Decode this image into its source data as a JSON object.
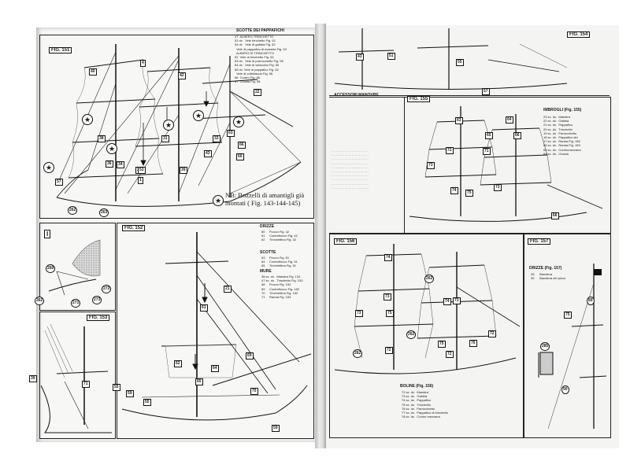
{
  "left_page": {
    "fig151": {
      "label": "FIG. 151",
      "legend_title": "SCOTTE DEI PAPPAFICHI",
      "legend_lines": [
        "47  ALBERO TRINCHETTO",
        "51 dx.  Vele trinchetto Fig. 52",
        "54 dx.  Vele di gabbia Fig. 52",
        "  Vele di pappafico di maestra Fig. 53",
        "",
        "  ALBERO DI TRINCHETTO",
        "62  Vele di trinchetto Fig. 54",
        "63 dx.  Vele di parrocchetto Fig. 55",
        "64 dx.  Vele di velaccino Fig. 55",
        "65 dx. Vele di pappafico Fig. 52",
        "  Vele di coltellaccio Fig. 56",
        "66  Contro Fig. 56",
        "67  Civada Fig. 58"
      ],
      "numbers": [
        "40",
        "38",
        "36",
        "31",
        "33",
        "34",
        "35",
        "39",
        "42",
        "43",
        "53",
        "57",
        "262",
        "263",
        "1",
        "4",
        "22",
        "66",
        "63",
        "60"
      ],
      "note_text": "NB: Bozzelli di amantigli già montati ( Fig. 143-144-145)"
    },
    "fig_I": {
      "label": "I",
      "numbers": [
        "260",
        "262",
        "271",
        "272",
        "273"
      ]
    },
    "fig152": {
      "label": "FIG. 152",
      "sections": [
        {
          "title": "DRIZZE",
          "lines": [
            "60     Fiocco Fig. 42",
            "61     Controfiocco Fig. 42",
            "62     Trinchettina Fig. 42"
          ]
        },
        {
          "title": "SCOTTE",
          "lines": [
            "63     Fiocco Fig. 51",
            "64     Controfiocco Fig. 51",
            "65     Trinchettina Fig. 51"
          ]
        },
        {
          "title": "MURE",
          "lines": [
            "38 sx. dx.  Maestra Fig. 134",
            "47 sx. dx.  Trinchetto Fig. 153",
            "68     Fiocco Fig. 152",
            "69     Controfiocco Fig. 152",
            "70     Trinchettina Fig. 152",
            "71     Randa Fig. 153"
          ]
        }
      ],
      "numbers": [
        "21",
        "61",
        "62",
        "64",
        "65",
        "69",
        "70",
        "55",
        "59",
        "55",
        "59"
      ]
    },
    "fig153": {
      "label": "FIG. 153",
      "numbers": [
        "39",
        "71"
      ]
    }
  },
  "right_page": {
    "fig154": {
      "label": "FIG. 154",
      "numbers": [
        "43",
        "51",
        "55",
        "57"
      ]
    },
    "fig155": {
      "label": "FIG. 155",
      "left_title": "ACCESSORI MANOVRE",
      "right_title": "IMBROGLI (Fig. 155)",
      "right_lines": [
        "23 sx. dx.  Maestra",
        "22 sx. dx.  Gabbia",
        "21 sx. dx.  Pappafico",
        "20 sx. dx.  Trinchetto",
        "19 sx. dx.  Parrocchetto",
        "18 sx. dx.  Pappafico dei",
        "17 sx. dx.  Randa Fig. 155",
        "66 sx. dx.  Randa Fig. 153",
        "65 sx. dx.  Contromezzana",
        "64 sx. dx.  Civada"
      ],
      "numbers": [
        "63",
        "64",
        "65",
        "66",
        "71",
        "72",
        "73",
        "74",
        "75",
        "73",
        "66"
      ]
    },
    "fig156": {
      "label": "FIG. 156",
      "numbers": [
        "74",
        "262",
        "73",
        "75",
        "74",
        "73",
        "262",
        "72",
        "76",
        "75",
        "72",
        "262",
        "72",
        "75",
        "73"
      ],
      "boline_title": "BOLINE (Fig. 156)",
      "boline_lines": [
        "72 sx. dx.  Maestra",
        "73 sx. dx.  Gabbia",
        "74 sx. dx.  Pappafico",
        "75 sx. dx.  Trinchetto",
        "76 sx. dx.  Parrocchetto",
        "77 sx. dx.  Pappafico di trinchetto",
        "78 sx. dx.  Contro mezzana"
      ]
    },
    "fig157": {
      "label": "FIG. 157",
      "drizze_title": "DRIZZE (Fig. 157)",
      "drizze_lines": [
        "28      Bandiera",
        "30      Bandiera del picco"
      ],
      "numbers": [
        "89",
        "285",
        "90"
      ]
    }
  }
}
